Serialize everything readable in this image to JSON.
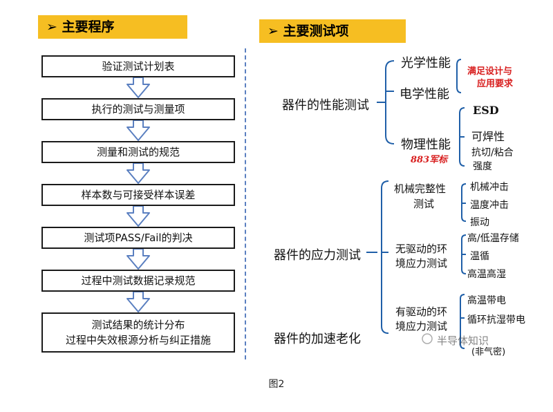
{
  "left": {
    "header": "➢ 主要程序",
    "steps": [
      "验证测试计划表",
      "执行的测试与测量项",
      "测量和测试的规范",
      "样本数与可接受样本误差",
      "测试项PASS/Fail的判决",
      "过程中测试数据记录规范"
    ],
    "final_step": [
      "测试结果的统计分布",
      "过程中失效根源分析与纠正措施"
    ]
  },
  "right": {
    "header": "➢ 主要测试项",
    "groups": [
      {
        "title": "器件的性能测试",
        "subs": [
          {
            "label": "光学性能"
          },
          {
            "label": "电学性能"
          },
          {
            "label": "物理性能",
            "tag": "883军标"
          }
        ],
        "side_note": [
          "满足设计与",
          "应用要求"
        ],
        "physical_items": [
          "ESD",
          "可焊性",
          "抗切/粘合",
          "强度"
        ]
      },
      {
        "title": "器件的应力测试",
        "subs": [
          {
            "lines": [
              "机械完整性",
              "测试"
            ],
            "items": [
              "机械冲击",
              "温度冲击",
              "振动"
            ]
          },
          {
            "lines": [
              "无驱动的环",
              "境应力测试"
            ],
            "items": [
              "高/低温存储",
              "温循",
              "高温高湿"
            ]
          }
        ]
      },
      {
        "title": "器件的加速老化",
        "subs": [
          {
            "lines": [
              "有驱动的环",
              "境应力测试"
            ],
            "items": [
              "高温带电",
              "循环抗湿带电",
              "(非气密)"
            ]
          }
        ]
      }
    ]
  },
  "caption": "图2",
  "watermark": "半导体知识"
}
